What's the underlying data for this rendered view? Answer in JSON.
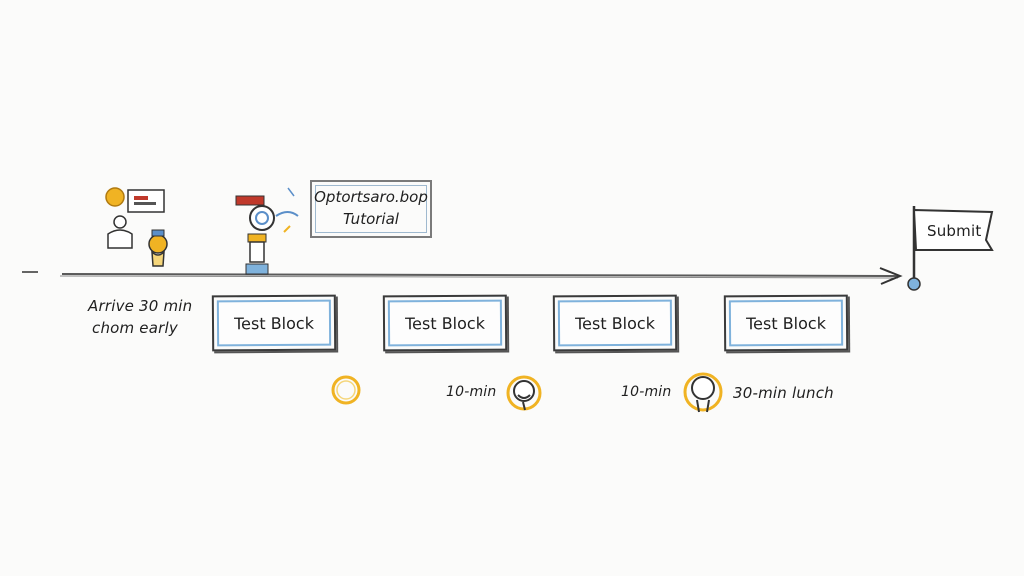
{
  "arrive": {
    "line1": "Arrive 30 min",
    "line2": "chom early"
  },
  "tutorial": {
    "line1": "Optortsaro.bop",
    "line2": "Tutorial"
  },
  "blocks": [
    "Test Block",
    "Test Block",
    "Test Block",
    "Test Block"
  ],
  "breaks": {
    "first": "10-min",
    "second": "10-min",
    "lunch": "30-min lunch"
  },
  "submit": {
    "label": "Submit"
  },
  "icons": {
    "arrival": "person-at-desk-icon",
    "check_in": "lightbulb-person-icon",
    "tutorial": "microscope-icon",
    "break_1": "circle-icon",
    "break_2": "face-icon",
    "break_3": "person-icon",
    "finish": "flag-icon"
  },
  "colors": {
    "accent_blue": "#7fb2dc",
    "accent_yellow": "#f0b323",
    "ink": "#2b2b2b"
  }
}
